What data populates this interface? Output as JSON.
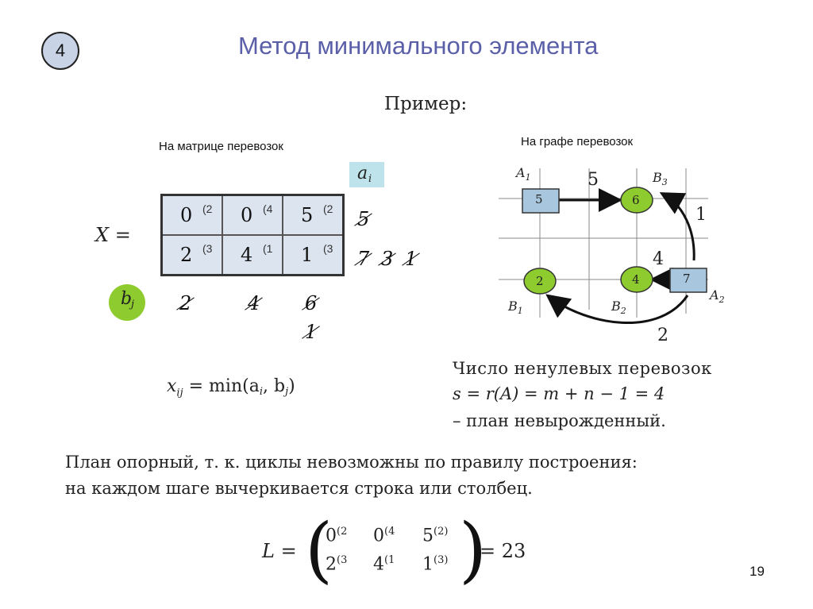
{
  "slide_number_badge": "4",
  "title": "Метод минимального элемента",
  "example_label": "Пример:",
  "matrix_caption": "На матрице перевозок",
  "graph_caption": "На графе перевозок",
  "ai_label": "a",
  "ai_sub": "i",
  "bj_label": "b",
  "bj_sub": "j",
  "x_label": "X =",
  "matrix": [
    [
      {
        "value": "0",
        "sup": "(2"
      },
      {
        "value": "0",
        "sup": "(4"
      },
      {
        "value": "5",
        "sup": "(2"
      }
    ],
    [
      {
        "value": "2",
        "sup": "(3"
      },
      {
        "value": "4",
        "sup": "(1"
      },
      {
        "value": "1",
        "sup": "(3"
      }
    ]
  ],
  "ai_values": [
    [
      "5"
    ],
    [
      "7",
      "3",
      "1"
    ]
  ],
  "bj_values": [
    "2",
    "4",
    "6"
  ],
  "bj_extra": "1",
  "formula_xij": "x",
  "formula_xij_sub": "ij",
  "formula_xij_rest": "= min(a",
  "formula_xij_rest2": ", b",
  "formula_xij_end": ")",
  "graph": {
    "nodes": [
      {
        "label": "5",
        "shape": "square",
        "name": "A",
        "sub": "1"
      },
      {
        "label": "6",
        "shape": "circle",
        "name": "B",
        "sub": "3"
      },
      {
        "label": "2",
        "shape": "circle",
        "name": "B",
        "sub": "1"
      },
      {
        "label": "4",
        "shape": "circle",
        "name": "B",
        "sub": "2"
      },
      {
        "label": "7",
        "shape": "square",
        "name": "A",
        "sub": "2"
      }
    ],
    "edge_labels": [
      "5",
      "1",
      "4",
      "2"
    ]
  },
  "nonzero_text": "Число ненулевых перевозок",
  "rank_formula": "s = r(A) = m + n − 1 = 4",
  "nondegenerate": "– план невырожденный.",
  "plan_text_line1": "План опорный, т. к. циклы невозможны по правилу построения:",
  "plan_text_line2": "на каждом шаге вычеркивается строка или столбец.",
  "L_label": "L =",
  "L_matrix": [
    [
      {
        "value": "0",
        "sup": "(2"
      },
      {
        "value": "0",
        "sup": "(4"
      },
      {
        "value": "5",
        "sup": "(2)"
      }
    ],
    [
      {
        "value": "2",
        "sup": "(3"
      },
      {
        "value": "4",
        "sup": "(1"
      },
      {
        "value": "1",
        "sup": "(3)"
      }
    ]
  ],
  "L_result": "= 23",
  "page_number": "19",
  "colors": {
    "title": "#5a5fa8",
    "cell_bg": "#dbe4ef",
    "node_fill": "#8ecb2e",
    "square_fill": "#a8c6dd",
    "bj_circle": "#8ecb2e"
  }
}
